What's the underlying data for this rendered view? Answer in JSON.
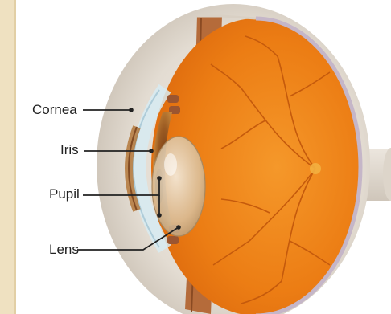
{
  "diagram": {
    "labels": {
      "cornea": "Cornea",
      "iris": "Iris",
      "pupil": "Pupil",
      "lens": "Lens"
    }
  },
  "colors": {
    "background_strip": "#efe1c1",
    "sclera": "#e7e1d9",
    "retina_orange": "#ea7a12",
    "iris_brown": "#8a4a1c",
    "lens_tint": "#d8c2a4",
    "leader_line": "#222222"
  }
}
